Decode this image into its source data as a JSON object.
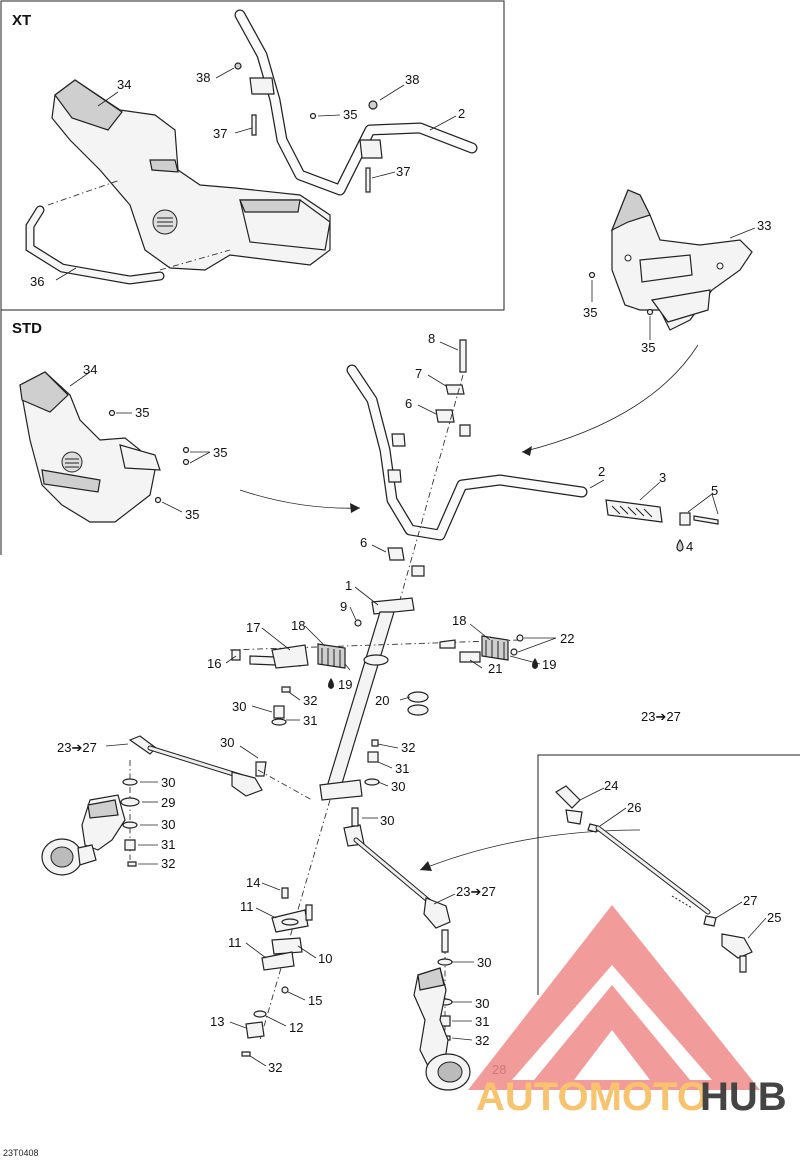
{
  "sections": {
    "xt": "XT",
    "std": "STD"
  },
  "drawing_code": "23T0408",
  "callouts": [
    "34",
    "38",
    "38",
    "35",
    "37",
    "37",
    "2",
    "36",
    "33",
    "35",
    "35",
    "34",
    "35",
    "35",
    "35",
    "8",
    "7",
    "6",
    "6",
    "2",
    "3",
    "5",
    "4",
    "1",
    "9",
    "17",
    "18",
    "16",
    "19",
    "18",
    "22",
    "19",
    "21",
    "20",
    "32",
    "30",
    "31",
    "30",
    "32",
    "31",
    "30",
    "23➔27",
    "30",
    "29",
    "30",
    "31",
    "32",
    "30",
    "14",
    "11",
    "11",
    "10",
    "15",
    "13",
    "12",
    "32",
    "23➔27",
    "30",
    "30",
    "31",
    "32",
    "28",
    "23➔27",
    "24",
    "26",
    "27",
    "25"
  ],
  "watermark": {
    "brand_part1": "AUTOMOTO",
    "brand_part2": "HUB",
    "color_primary": "#f08a8a",
    "color_light": "#f7c36e",
    "color_dark": "#444444"
  },
  "icons": {
    "lubricant": "oil-drop-icon"
  }
}
